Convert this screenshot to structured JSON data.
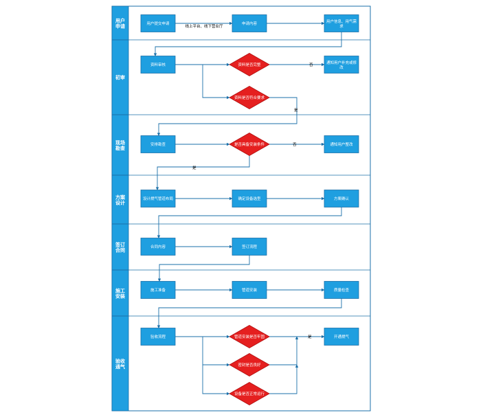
{
  "colors": {
    "lane_header": "#1f9fe0",
    "box_fill": "#1f9fe0",
    "box_stroke": "#1a6fa8",
    "diamond_fill": "#e51f1f",
    "diamond_stroke": "#b01010",
    "line": "#1a6fa8",
    "frame": "#1a6fa8"
  },
  "lanes": [
    {
      "id": "lane-apply",
      "line1": "用户",
      "line2": "申请"
    },
    {
      "id": "lane-review",
      "line1": "初审",
      "line2": ""
    },
    {
      "id": "lane-survey",
      "line1": "现场",
      "line2": "勘查"
    },
    {
      "id": "lane-design",
      "line1": "方案",
      "line2": "设计"
    },
    {
      "id": "lane-contract",
      "line1": "签订",
      "line2": "合同"
    },
    {
      "id": "lane-construct",
      "line1": "施工",
      "line2": "安装"
    },
    {
      "id": "lane-accept",
      "line1": "验收",
      "line2": "通气"
    }
  ],
  "nodes": {
    "n1": {
      "line1": "用户提交申请",
      "line2": ""
    },
    "n2": {
      "line1": "申请内容",
      "line2": ""
    },
    "n3": {
      "line1": "用户信息、用气需",
      "line2": "求"
    },
    "n4": {
      "line1": "资料审核",
      "line2": ""
    },
    "d1": {
      "line1": "资料是否完整",
      "line2": ""
    },
    "d2": {
      "line1": "资料是否符合要求",
      "line2": ""
    },
    "n5": {
      "line1": "通知用户补充或修",
      "line2": "改"
    },
    "n6": {
      "line1": "安排勘查",
      "line2": ""
    },
    "d3": {
      "line1": "是否具备安装条件",
      "line2": ""
    },
    "n7": {
      "line1": "通知用户整改",
      "line2": ""
    },
    "n8": {
      "line1": "设计燃气管道布局",
      "line2": ""
    },
    "n9": {
      "line1": "确定设备选型",
      "line2": ""
    },
    "n10": {
      "line1": "方案确认",
      "line2": ""
    },
    "n11": {
      "line1": "合同内容",
      "line2": ""
    },
    "n12": {
      "line1": "签订流程",
      "line2": ""
    },
    "n13": {
      "line1": "施工准备",
      "line2": ""
    },
    "n14": {
      "line1": "管道安装",
      "line2": ""
    },
    "n15": {
      "line1": "质量检查",
      "line2": ""
    },
    "n16": {
      "line1": "验收流程",
      "line2": ""
    },
    "d4": {
      "line1": "管道安装是否牢固",
      "line2": ""
    },
    "d5": {
      "line1": "密封是否良好",
      "line2": ""
    },
    "d6": {
      "line1": "设备是否正常运行",
      "line2": ""
    },
    "n17": {
      "line1": "开通燃气",
      "line2": ""
    }
  },
  "edge_labels": {
    "e_channel": "线上平台、线下营业厅",
    "e_no1": "否",
    "e_yes1": "是",
    "e_no2": "否",
    "e_yes2": "是",
    "e_yes3": "是"
  }
}
